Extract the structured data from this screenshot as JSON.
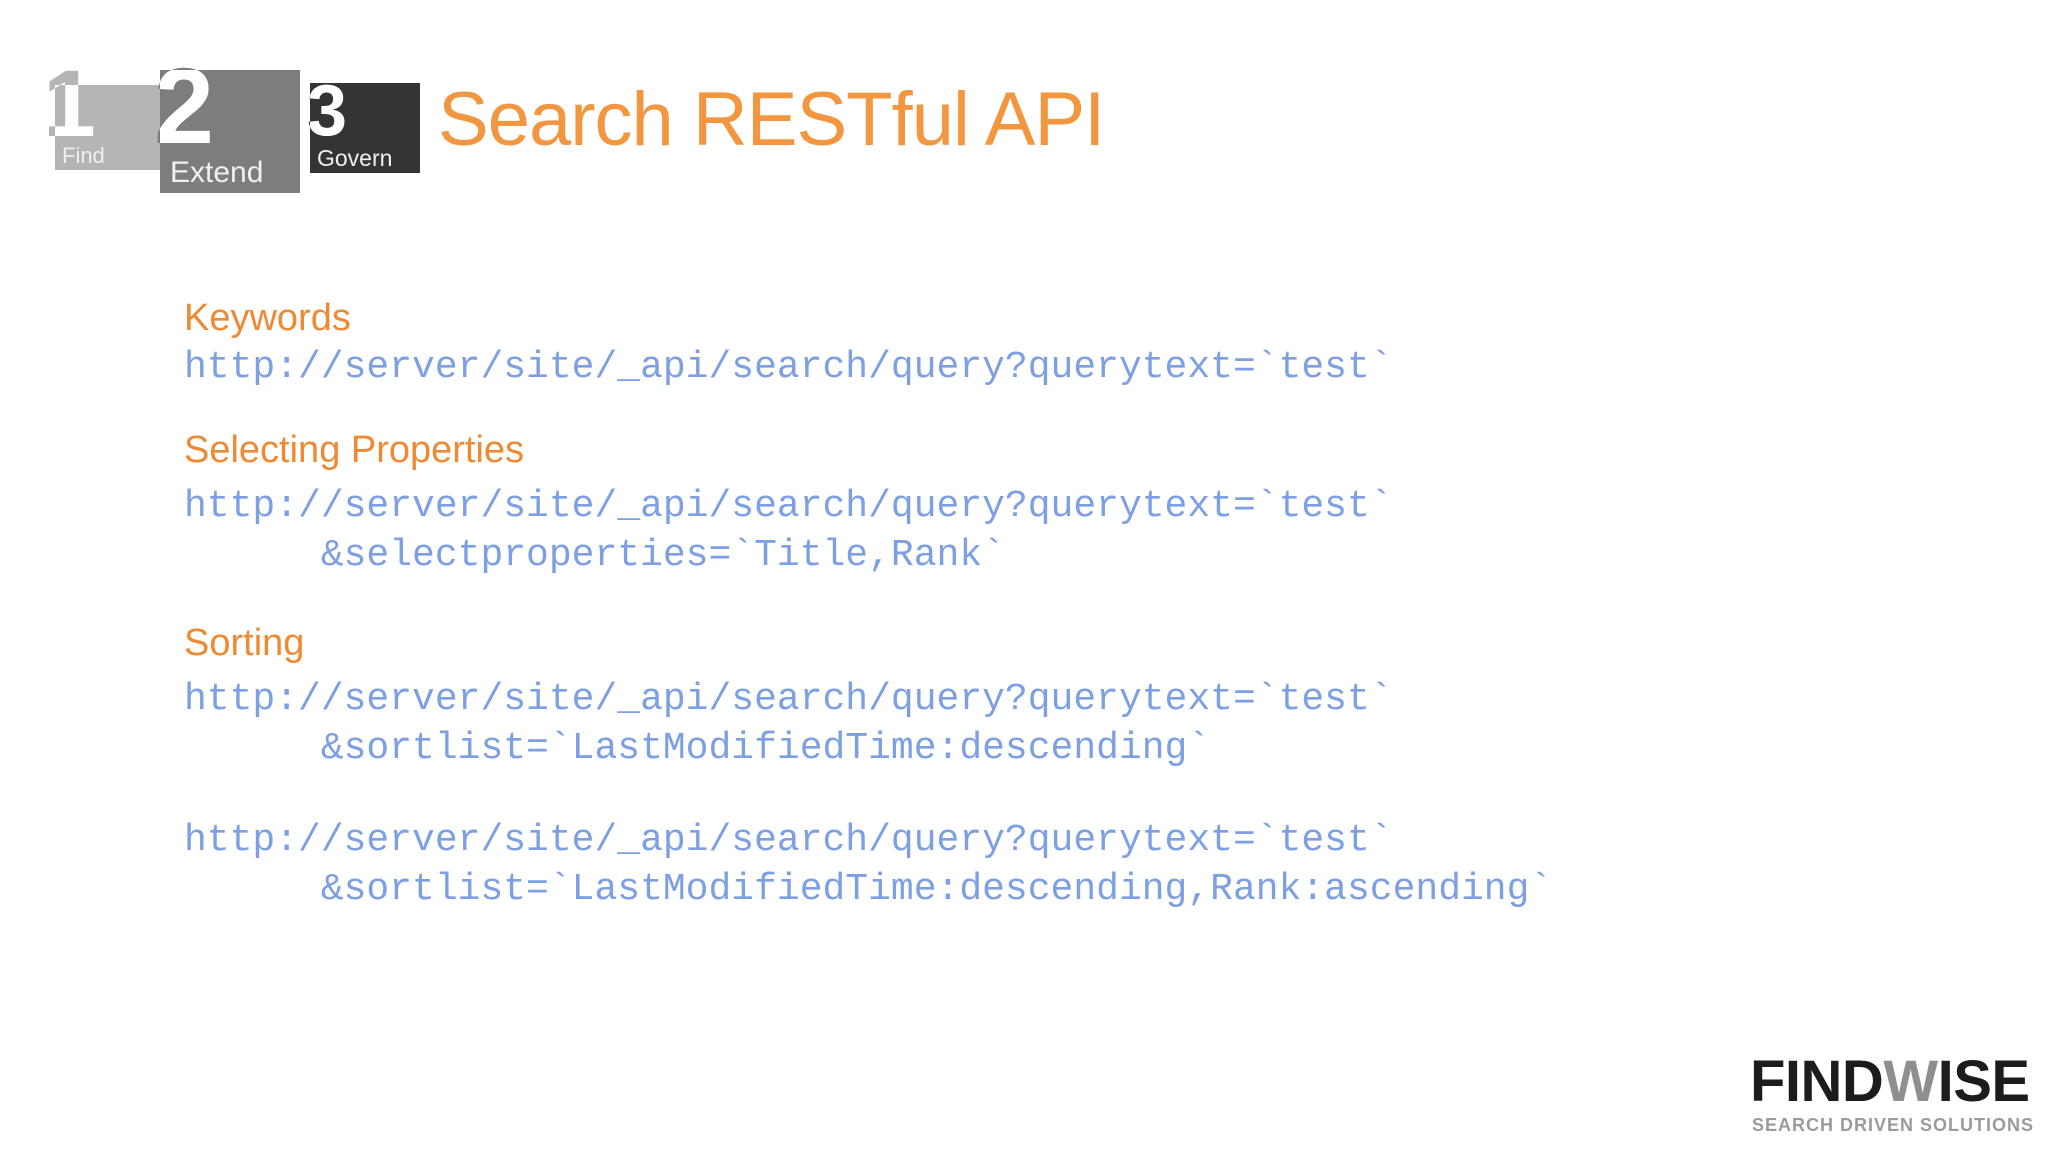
{
  "slide": {
    "title": "Search RESTful API",
    "background_color": "#ffffff",
    "title_color": "#f2973f",
    "section_header_color": "#ed8a33",
    "code_color": "#7d9fe3"
  },
  "steps_logo": {
    "steps": [
      {
        "number": "1",
        "label": "Find",
        "box_color": "#b5b5b5"
      },
      {
        "number": "2",
        "label": "Extend",
        "box_color": "#7d7d7d"
      },
      {
        "number": "3",
        "label": "Govern",
        "box_color": "#343434"
      }
    ]
  },
  "sections": [
    {
      "header": "Keywords",
      "code": "http://server/site/_api/search/query?querytext=`test`"
    },
    {
      "header": "Selecting Properties",
      "code": "http://server/site/_api/search/query?querytext=`test`\n      &selectproperties=`Title,Rank`"
    },
    {
      "header": "Sorting",
      "code": "http://server/site/_api/search/query?querytext=`test`\n      &sortlist=`LastModifiedTime:descending`"
    },
    {
      "header": "",
      "code": "http://server/site/_api/search/query?querytext=`test`\n      &sortlist=`LastModifiedTime:descending,Rank:ascending`"
    }
  ],
  "footer_logo": {
    "brand_left": "FIND",
    "brand_mid": "W",
    "brand_right": "ISE",
    "brand_color": "#1c1c1c",
    "brand_mid_color": "#8f8f8f",
    "tagline": "SEARCH DRIVEN SOLUTIONS",
    "tagline_color": "#9a9a9a"
  }
}
